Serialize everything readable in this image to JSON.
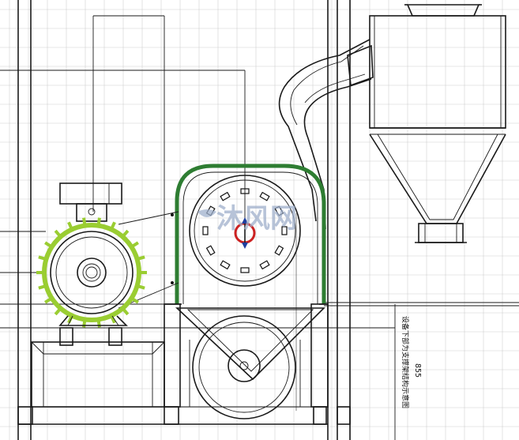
{
  "watermark": {
    "text": "沐风网",
    "accent": "#8fa3c8"
  },
  "annotation": {
    "dimension": "855",
    "vertical_note": "设备下部为支撑架结构示意图"
  },
  "colors": {
    "guard_green": "#2e7d32",
    "motor_green": "#9acd32",
    "rotor_red": "#cc2222",
    "grid": "#d0d0d0"
  }
}
